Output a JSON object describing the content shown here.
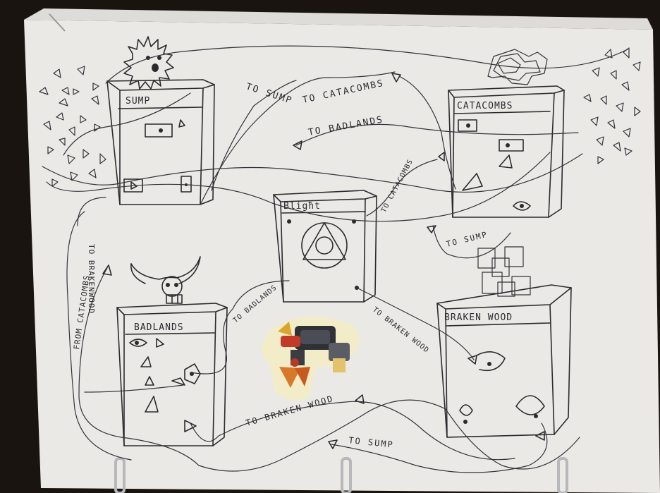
{
  "rooms": {
    "sump": "SUMP",
    "catacombs": "CATACOMBS",
    "blight": "Bligħt",
    "badlands": "BADLANDS",
    "brakenwood": "BRAKEN WOOD"
  },
  "labels": {
    "to_sump_top": "TO SUMP",
    "to_catacombs_top": "TO CATACOMBS",
    "to_badlands_top": "TO BADLANDS",
    "to_catacombs_blight": "TO CATACOMBS",
    "to_sump_catacombs": "TO SUMP",
    "to_badlands_blight": "TO BADLANDS",
    "to_brakenwood_blight": "TO BRAKEN WOOD",
    "to_brakenwood_bottom": "TO BRAKEN WOOD",
    "to_sump_bottom": "TO SUMP",
    "to_brakenwood_left": "TO BRAKENWOOD",
    "from_catacombs_left": "FROM CATACOMBS"
  },
  "colors": {
    "paper": "#ebe9e6",
    "ink": "#2b2b2e",
    "binder_ring": "#b8b8bc"
  }
}
